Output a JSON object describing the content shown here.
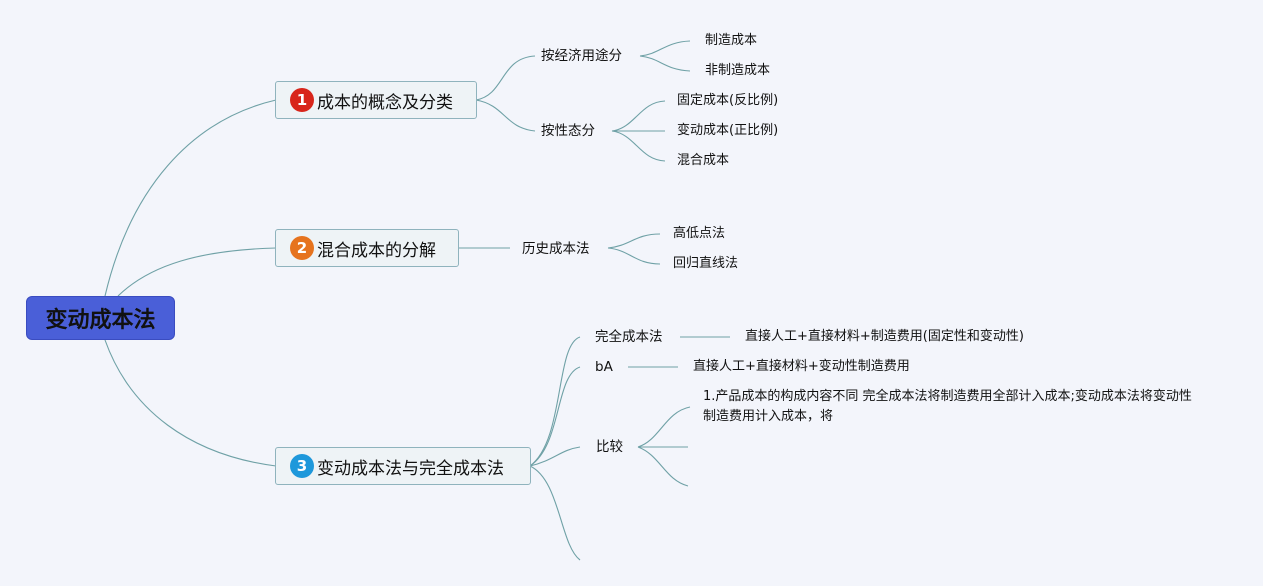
{
  "root": {
    "label": "变动成本法",
    "color": "#4a5fd8"
  },
  "topics": [
    {
      "number": "1",
      "badge_color": "#d8261b",
      "label": "成本的概念及分类",
      "subtopics": [
        {
          "label": "按经济用途分",
          "leaves": [
            "制造成本",
            "非制造成本"
          ]
        },
        {
          "label": "按性态分",
          "leaves": [
            "固定成本(反比例)",
            "变动成本(正比例)",
            "混合成本"
          ]
        }
      ]
    },
    {
      "number": "2",
      "badge_color": "#e6731e",
      "label": "混合成本的分解",
      "subtopics": [
        {
          "label": "历史成本法",
          "leaves": [
            "高低点法",
            "回归直线法"
          ]
        }
      ]
    },
    {
      "number": "3",
      "badge_color": "#1e98db",
      "label": "变动成本法与完全成本法",
      "subtopics": [
        {
          "label": "完全成本法",
          "leaves": [
            "直接人工+直接材料+制造费用(固定性和变动性)"
          ]
        },
        {
          "label": "bA",
          "leaves": [
            "直接人工+直接材料+变动性制造费用"
          ]
        },
        {
          "label": "比较",
          "leaves": [
            "1.产品成本的构成内容不同 完全成本法将制造费用全部计入成本;变动成本法将变动性制造费用计入成本，将"
          ]
        }
      ]
    }
  ],
  "line_color": "#6fa1a6"
}
